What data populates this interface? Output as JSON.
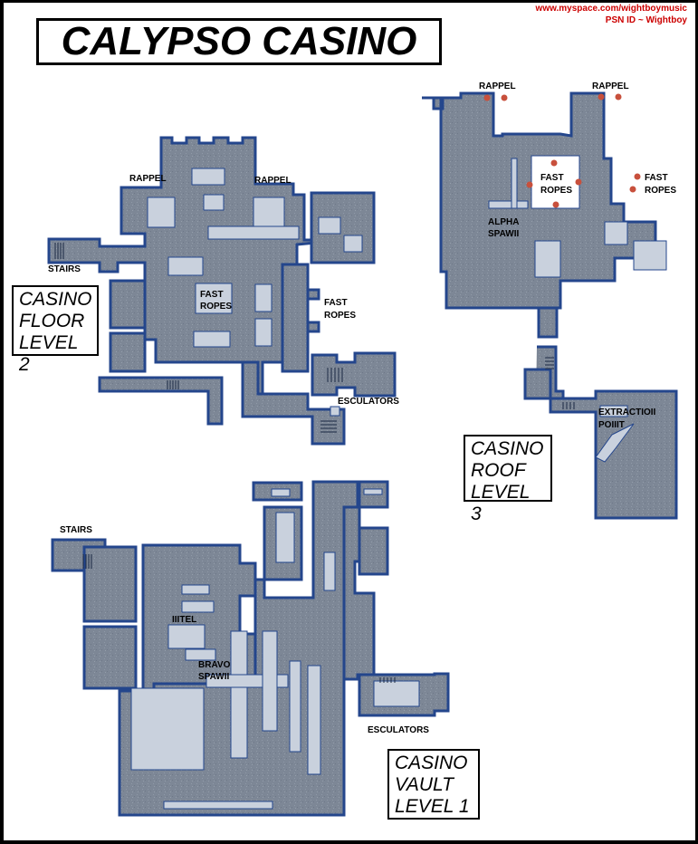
{
  "header": {
    "title": "CALYPSO CASINO",
    "credit_url": "www.myspace.com/wightboymusic",
    "credit_psn": "PSN ID ~ Wightboy"
  },
  "colors": {
    "floor": "#7d8796",
    "wall": "#24468c",
    "feature": "#c9d1dd",
    "marker": "#c8503c",
    "credit_text": "#cc0000"
  },
  "levels": [
    {
      "id": "level-2",
      "label_lines": [
        "CASINO",
        "FLOOR",
        "LEVEL 2"
      ],
      "labels": {
        "rappel_left": "RAPPEL",
        "rappel_right": "RAPPEL",
        "stairs": "STAIRS",
        "fast_ropes_center_1": "FAST",
        "fast_ropes_center_2": "ROPES",
        "fast_ropes_right_1": "FAST",
        "fast_ropes_right_2": "ROPES",
        "escalators": "ESCULATORS"
      }
    },
    {
      "id": "level-3",
      "label_lines": [
        "CASINO",
        "ROOF",
        "LEVEL 3"
      ],
      "labels": {
        "rappel_left": "RAPPEL",
        "rappel_right": "RAPPEL",
        "fast_ropes_center_1": "FAST",
        "fast_ropes_center_2": "ROPES",
        "fast_ropes_right_1": "FAST",
        "fast_ropes_right_2": "ROPES",
        "alpha_spawn_1": "ALPHA",
        "alpha_spawn_2": "SPAWII",
        "extraction_1": "EXTRACTIOII",
        "extraction_2": "POIIIT"
      }
    },
    {
      "id": "level-1",
      "label_lines": [
        "CASINO",
        "VAULT",
        "LEVEL 1"
      ],
      "labels": {
        "stairs": "STAIRS",
        "intel": "IIITEL",
        "bravo_spawn_1": "BRAVO",
        "bravo_spawn_2": "SPAWII",
        "escalators": "ESCULATORS"
      }
    }
  ]
}
